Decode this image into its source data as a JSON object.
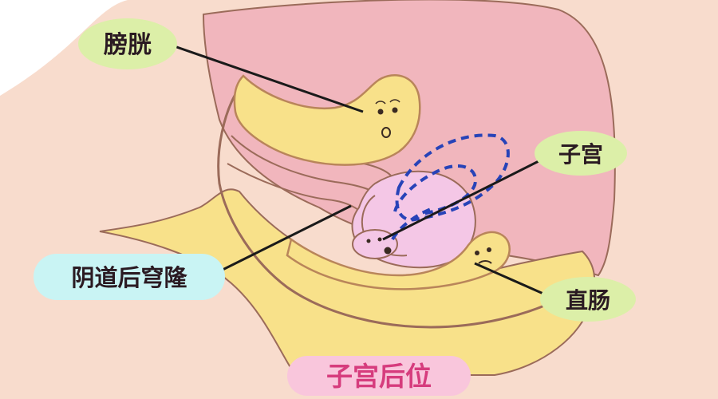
{
  "labels": {
    "bladder": "膀胱",
    "uterus": "子宫",
    "posterior_fornix": "阴道后穹隆",
    "rectum": "直肠",
    "title": "子宫后位"
  },
  "colors": {
    "background": "#ffffff",
    "outer_body": "#f8dccd",
    "pelvic_pink": "#f1b6bd",
    "organ_yellow": "#f8e18a",
    "organ_outline": "#b9855a",
    "uterus_fill": "#f4c7e6",
    "dashed_blue": "#2743b8",
    "label_green": "#dcefa8",
    "label_cyan": "#c9f4f4",
    "label_pink": "#f9c6dc",
    "title_text": "#d63c7d",
    "leader_line": "#1a1a1a"
  }
}
